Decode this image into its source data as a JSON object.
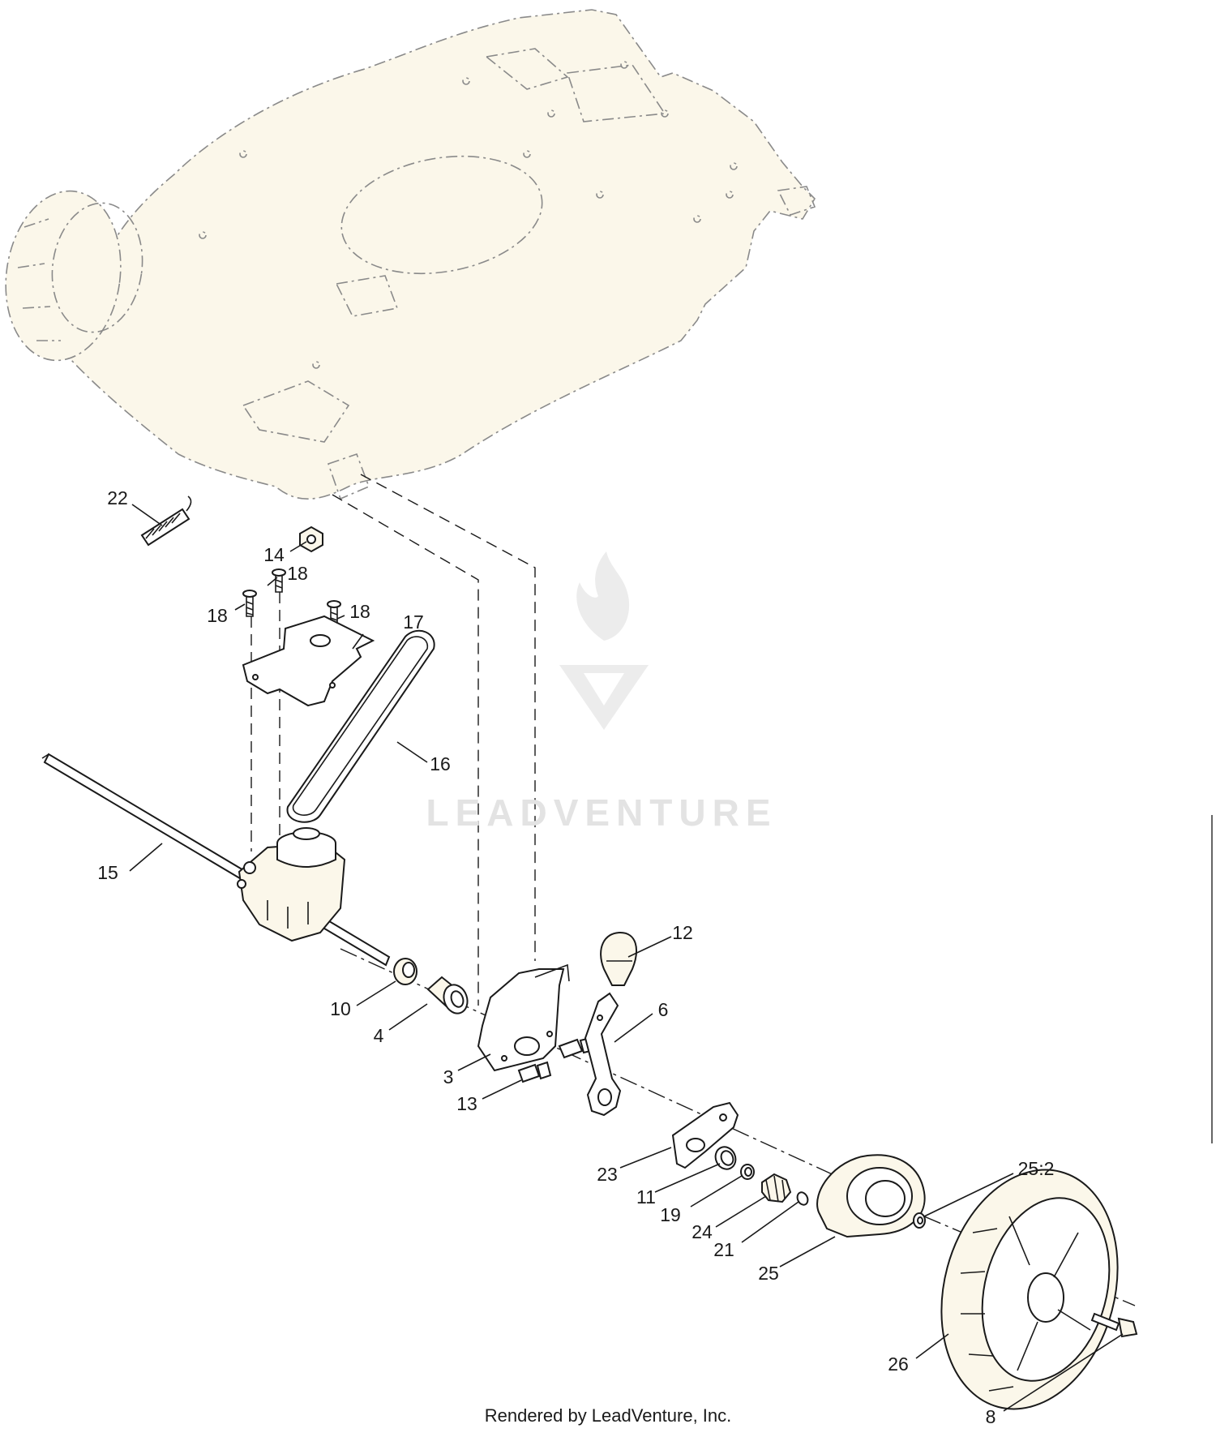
{
  "watermark": {
    "brand_text": "LEADVENTURE"
  },
  "footer": {
    "credit": "Rendered by LeadVenture, Inc."
  },
  "callouts": {
    "c22": "22",
    "c14": "14",
    "c18a": "18",
    "c18b": "18",
    "c18c": "18",
    "c17": "17",
    "c16": "16",
    "c15": "15",
    "c12": "12",
    "c10": "10",
    "c6": "6",
    "c4": "4",
    "c3": "3",
    "c13": "13",
    "c23": "23",
    "c25_2": "25:2",
    "c11": "11",
    "c19": "19",
    "c24": "24",
    "c21": "21",
    "c25": "25",
    "c26": "26",
    "c8": "8"
  }
}
